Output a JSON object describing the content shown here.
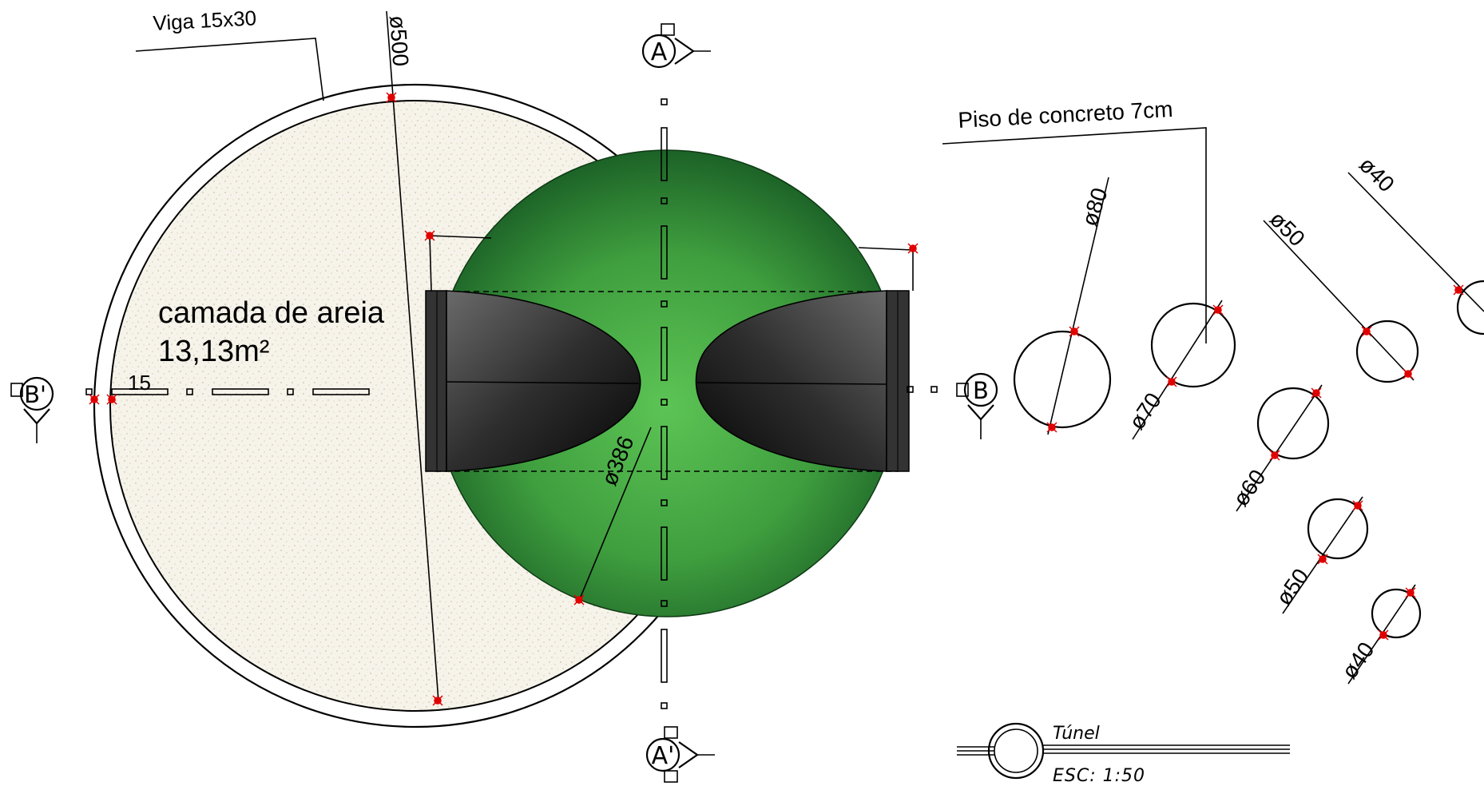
{
  "labels": {
    "beam": "Viga 15x30",
    "outer_diameter": "ø500",
    "floor": "Piso de concreto 7cm",
    "sand_layer": "camada de areia",
    "sand_area": "13,13m²",
    "dim_15": "15",
    "sphere_diameter": "ø386"
  },
  "section_markers": {
    "top": "A",
    "bottom": "A'",
    "left": "B'",
    "right": "B"
  },
  "pipe_circles": {
    "c80": "ø80",
    "c70": "ø70",
    "c60": "ø60",
    "c50_lower": "ø50",
    "c40_lower": "ø40",
    "c50_upper": "ø50",
    "c40_upper": "ø40"
  },
  "title_block": {
    "title": "Túnel",
    "scale": "ESC: 1:50"
  },
  "colors": {
    "sphere_light": "#4cb848",
    "sphere_dark": "#1f6b2a",
    "sand": "#f4f1e6",
    "snap_marker": "#e00000",
    "cone_dark": "#2a2a2a"
  }
}
